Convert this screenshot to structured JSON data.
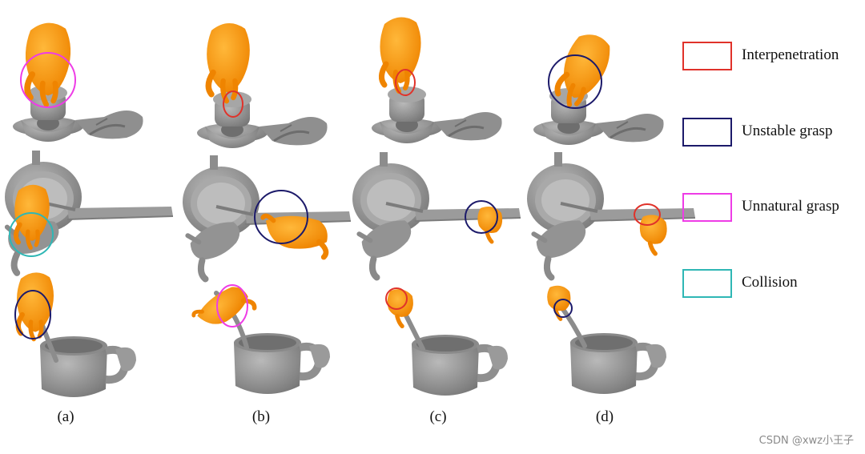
{
  "column_labels": [
    "(a)",
    "(b)",
    "(c)",
    "(d)"
  ],
  "legend": [
    {
      "label": "Interpenetration",
      "color": "#e0322a"
    },
    {
      "label": "Unstable grasp",
      "color": "#1c1a6a"
    },
    {
      "label": "Unnatural grasp",
      "color": "#ee3ce6"
    },
    {
      "label": "Collision",
      "color": "#2fb7b5"
    }
  ],
  "colors": {
    "hand": "#ff9b12",
    "object": "#9a9a9a",
    "object_dark": "#7d7d7d",
    "hand_grey": "#8f8f8f"
  },
  "watermark": "CSDN @xwz小王子"
}
